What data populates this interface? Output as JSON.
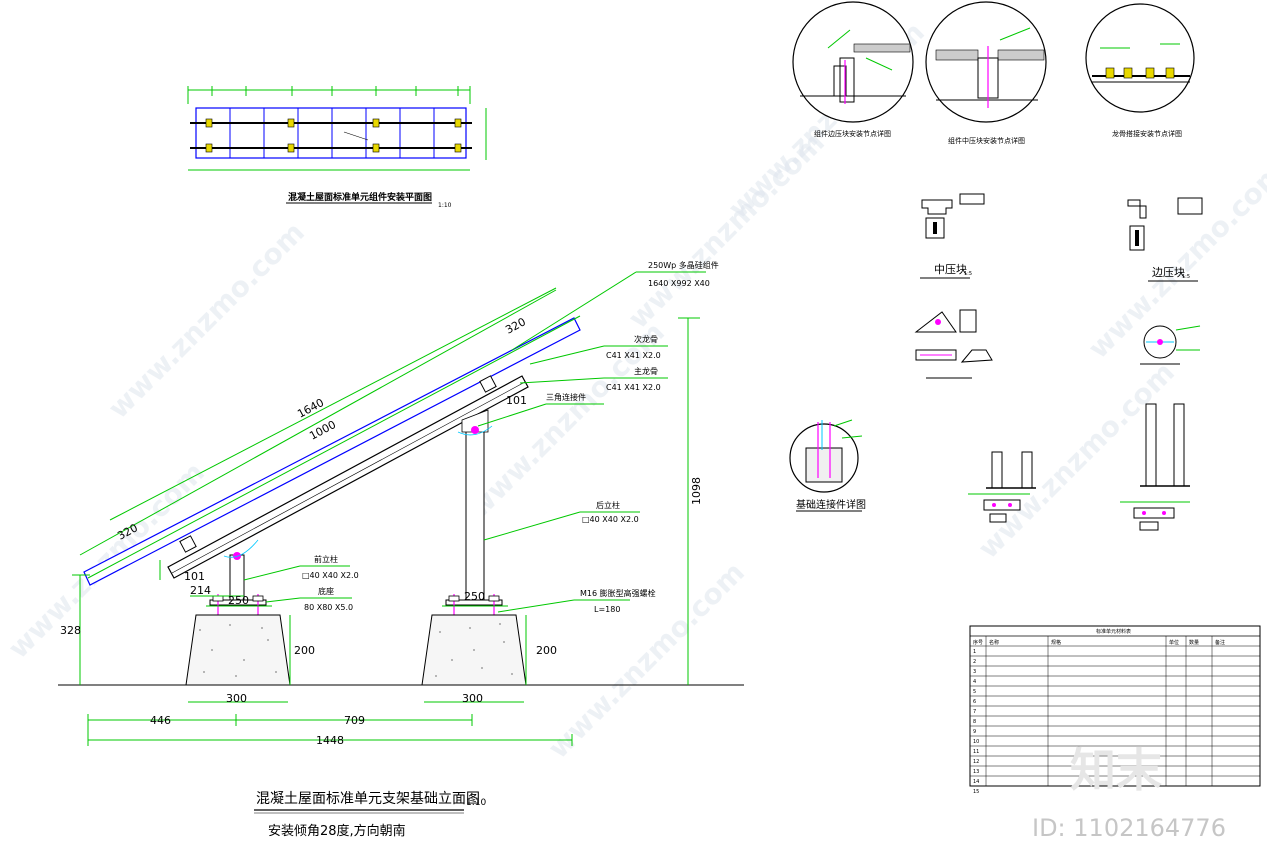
{
  "plan_view": {
    "title": "混凝土屋面标准单元组件安装平面图",
    "scale": "1:10"
  },
  "elevation": {
    "title": "混凝土屋面标准单元支架基础立面图",
    "scale": "1:10",
    "subtitle": "安装倾角28度,方向朝南",
    "dims": {
      "panel_len": "1640",
      "inner_len": "1000",
      "overhang_top": "320",
      "overhang_bottom": "320",
      "height_total": "1098",
      "height_front": "328",
      "front_offset": "214",
      "front_small": "101",
      "rear_small": "101",
      "base_front": "250",
      "base_rear": "250",
      "footing_front_h": "200",
      "footing_rear_h": "200",
      "footing_front_w": "300",
      "footing_rear_w": "300",
      "span_left": "446",
      "span_mid": "709",
      "span_total": "1448"
    },
    "labels": {
      "module": "250Wp 多晶硅组件",
      "module_size": "1640 X992 X40",
      "sub_rail": "次龙骨",
      "sub_rail_size": "C41 X41 X2.0",
      "main_rail": "主龙骨",
      "main_rail_size": "C41 X41 X2.0",
      "tri_conn": "三角连接件",
      "rear_post": "后立柱",
      "rear_post_size": "□40 X40 X2.0",
      "front_post": "前立柱",
      "front_post_size": "□40 X40 X2.0",
      "base_plate": "底座",
      "base_plate_size": "80 X80 X5.0",
      "bolt": "M16 膨胀型高强螺栓",
      "bolt_len": "L=180"
    }
  },
  "details": {
    "edge_block_detail": "组件边压块安装节点详图",
    "mid_block_detail": "组件中压块安装节点详图",
    "rail_detail": "龙骨搭接安装节点详图",
    "mid_block": "中压块",
    "edge_block": "边压块",
    "foundation_detail": "基础连接件详图",
    "small_scale": "1:5"
  },
  "table": {
    "title": "标准单元材料表",
    "headers": [
      "序号",
      "名称",
      "规格",
      "单位",
      "数量",
      "备注"
    ],
    "rows": [
      [
        "1",
        "",
        "",
        "",
        "",
        ""
      ],
      [
        "2",
        "",
        "",
        "",
        "",
        ""
      ],
      [
        "3",
        "",
        "",
        "",
        "",
        ""
      ],
      [
        "4",
        "",
        "",
        "",
        "",
        ""
      ],
      [
        "5",
        "",
        "",
        "",
        "",
        ""
      ],
      [
        "6",
        "",
        "",
        "",
        "",
        ""
      ],
      [
        "7",
        "",
        "",
        "",
        "",
        ""
      ],
      [
        "8",
        "",
        "",
        "",
        "",
        ""
      ],
      [
        "9",
        "",
        "",
        "",
        "",
        ""
      ],
      [
        "10",
        "",
        "",
        "",
        "",
        ""
      ],
      [
        "11",
        "",
        "",
        "",
        "",
        ""
      ],
      [
        "12",
        "",
        "",
        "",
        "",
        ""
      ],
      [
        "13",
        "",
        "",
        "",
        "",
        ""
      ],
      [
        "14",
        "",
        "",
        "",
        "",
        ""
      ],
      [
        "15",
        "",
        "",
        "",
        "",
        ""
      ]
    ]
  },
  "watermark": {
    "site": "www.znzmo.com",
    "brand": "知末",
    "id": "ID: 1102164776"
  },
  "colors": {
    "dim_line": "#00c800",
    "structure": "#000000",
    "blue": "#0000ff",
    "magenta": "#ff00ff",
    "yellow": "#e8d800",
    "cyan": "#00c8ff"
  }
}
